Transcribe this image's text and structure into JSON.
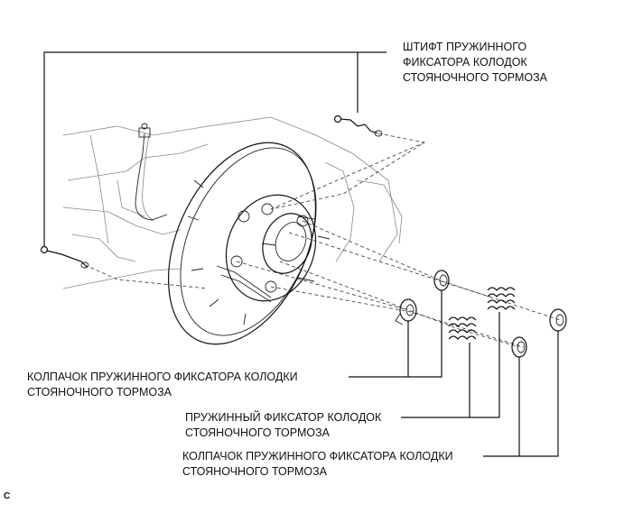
{
  "labels": {
    "pin": [
      "ШТИФТ ПРУЖИННОГО",
      "ФИКСАТОРА КОЛОДОК",
      "СТОЯНОЧНОГО ТОРМОЗА"
    ],
    "cap_upper": [
      "КОЛПАЧОК ПРУЖИННОГО ФИКСАТОРА КОЛОДКИ",
      "СТОЯНОЧНОГО ТОРМОЗА"
    ],
    "spring": [
      "ПРУЖИННЫЙ ФИКСАТОР КОЛОДОК",
      "СТОЯНОЧНОГО ТОРМОЗА"
    ],
    "cap_lower": [
      "КОЛПАЧОК ПРУЖИННОГО ФИКСАТОРА КОЛОДКИ",
      "СТОЯНОЧНОГО ТОРМОЗА"
    ]
  },
  "figure_code": "C"
}
